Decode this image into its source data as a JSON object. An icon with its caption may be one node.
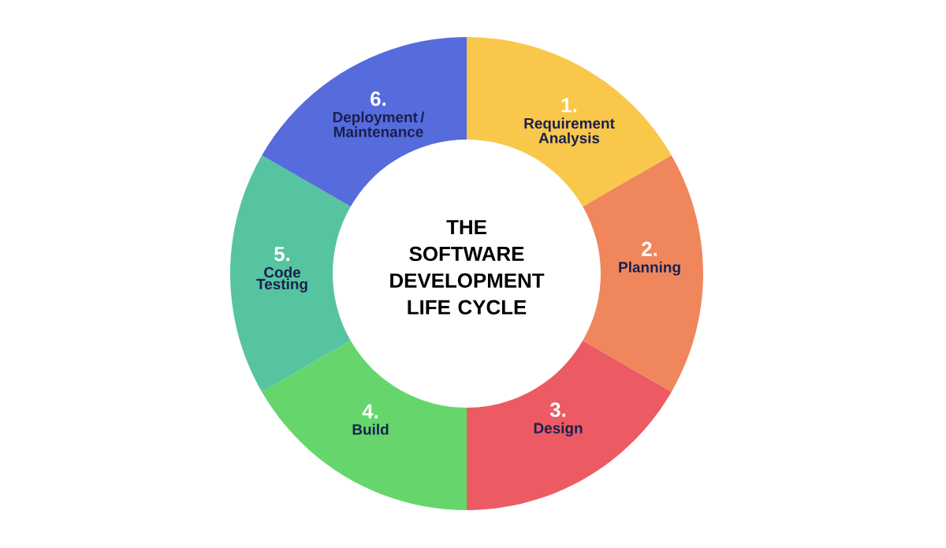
{
  "diagram": {
    "nodes": [
      {
        "text": [
          "THE SOFTWARE DEVELOPMENT LIFE CYCLE"
        ]
      },
      {
        "text": [
          "1.",
          "Requirement Analysis"
        ]
      },
      {
        "text": [
          "2.",
          "Planning"
        ]
      },
      {
        "text": [
          "3.",
          "Design"
        ]
      },
      {
        "text": [
          "4.",
          "Build"
        ]
      },
      {
        "text": [
          "5.",
          "Code Testing"
        ]
      },
      {
        "text": [
          "6.",
          "Deployment / Maintenance"
        ]
      }
    ],
    "edges": []
  }
}
